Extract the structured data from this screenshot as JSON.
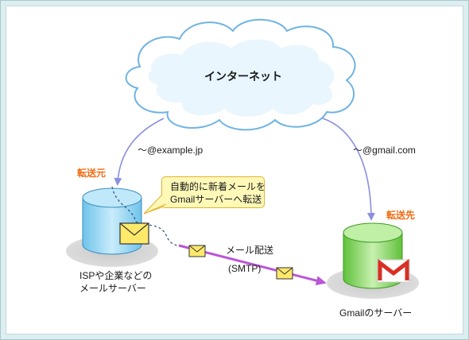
{
  "cloud": {
    "label": "インターネット"
  },
  "addresses": {
    "source": "～@example.jp",
    "destination": "～@gmail.com"
  },
  "source_server": {
    "tag": "転送元",
    "caption_line1": "ISPや企業などの",
    "caption_line2": "メールサーバー",
    "color": "#8fd2f0"
  },
  "destination_server": {
    "tag": "転送先",
    "caption": "Gmailのサーバー",
    "color": "#7fd45a"
  },
  "callout": {
    "line1": "自動的に新着メールを",
    "line2": "Gmailサーバーへ転送"
  },
  "transfer": {
    "label": "メール配送",
    "protocol": "(SMTP)",
    "arrow_color": "#bb55d6"
  },
  "colors": {
    "accent_orange": "#f26a10",
    "envelope": "#ffe96b",
    "gmail_red": "#d93025"
  },
  "icons": [
    "cloud-icon",
    "cylinder-server-icon",
    "envelope-icon",
    "gmail-logo-icon"
  ]
}
